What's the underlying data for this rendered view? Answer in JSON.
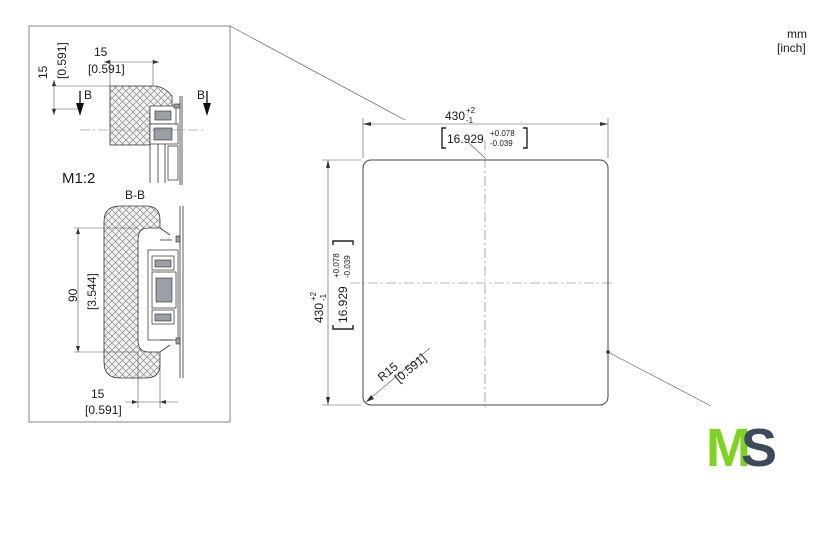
{
  "units": {
    "primary": "mm",
    "secondary": "[inch]"
  },
  "detail": {
    "scale_label": "M1:2",
    "section_label": "B-B",
    "section_marker_left": "B",
    "section_marker_right": "B",
    "dims": {
      "top_width_mm": "15",
      "top_width_in": "[0.591]",
      "top_height_mm": "15",
      "top_height_in": "[0.591]",
      "section_height_mm": "90",
      "section_height_in": "[3.544]",
      "bottom_width_mm": "15",
      "bottom_width_in": "[0.591]"
    }
  },
  "panel": {
    "width_value": "430",
    "width_tol_upper": "+2",
    "width_tol_lower": "-1",
    "width_in_value": "16.929",
    "width_in_tol_upper": "+0.078",
    "width_in_tol_lower": "-0.039",
    "height_value": "430",
    "height_tol_upper": "+2",
    "height_tol_lower": "-1",
    "height_in_value": "16.929",
    "height_in_tol_upper": "+0.078",
    "height_in_tol_lower": "-0.039",
    "radius_mm": "R15",
    "radius_in": "[0.591]"
  },
  "logo": {
    "text_left": "M",
    "text_right": "S",
    "color_left": "#7ed321",
    "color_right": "#3c4a5a"
  }
}
